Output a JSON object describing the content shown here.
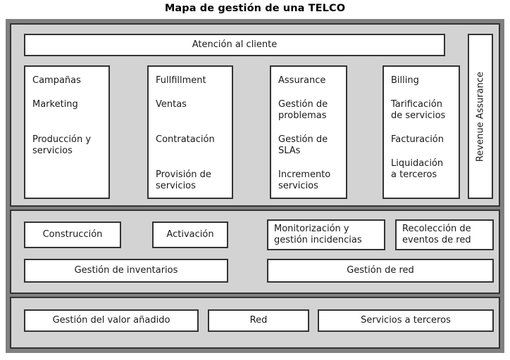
{
  "page": {
    "title": "Mapa de gestión de una TELCO"
  },
  "colors": {
    "frame": "#808080",
    "band_background": "#d3d3d3",
    "box_background": "#ffffff",
    "border": "#333333",
    "text": "#1a1a1a"
  },
  "diagram": {
    "bands": [
      {
        "id": "operations",
        "header": {
          "label": "Atención al cliente"
        },
        "columns": [
          {
            "id": "campanas",
            "items": [
              "Campañas",
              "Marketing",
              "Producción y\nservicios"
            ]
          },
          {
            "id": "fullfillment",
            "items": [
              "Fullfillment",
              "Ventas",
              "Contratación",
              "Provisión de\nservicios"
            ]
          },
          {
            "id": "assurance",
            "items": [
              "Assurance",
              "Gestión de\nproblemas",
              "Gestión de\nSLAs",
              "Incremento\nservicios"
            ]
          },
          {
            "id": "billing",
            "items": [
              "Billing",
              "Tarificación\nde servicios",
              "Facturación",
              "Liquidación\na terceros"
            ]
          }
        ],
        "side_box": {
          "label": "Revenue Assurance",
          "orientation": "vertical"
        }
      },
      {
        "id": "network",
        "boxes": [
          {
            "id": "construccion",
            "label": "Construcción"
          },
          {
            "id": "activacion",
            "label": "Activación"
          },
          {
            "id": "monitorizacion",
            "label": "Monitorización y\ngestión incidencias"
          },
          {
            "id": "recoleccion",
            "label": "Recolección de\neventos de red"
          },
          {
            "id": "gestion-inventarios",
            "label": "Gestión de inventarios"
          },
          {
            "id": "gestion-red",
            "label": "Gestión de red"
          }
        ]
      },
      {
        "id": "services",
        "boxes": [
          {
            "id": "valor-anadido",
            "label": "Gestión del valor añadido"
          },
          {
            "id": "red",
            "label": "Red"
          },
          {
            "id": "servicios-terceros",
            "label": "Servicios a terceros"
          }
        ]
      }
    ]
  }
}
